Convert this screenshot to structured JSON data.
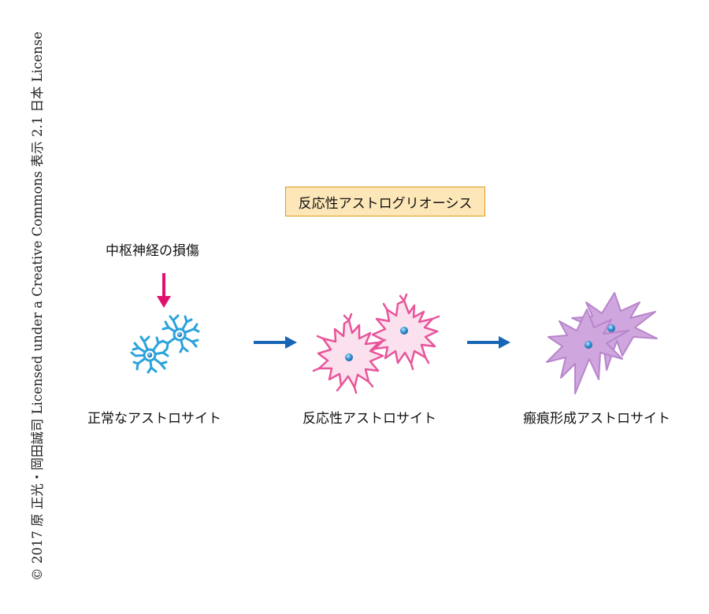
{
  "credit": "© 2017 原 正光・岡田誠司 Licensed under a Creative Commons 表示 2.1 日本 License",
  "title": "反応性アストログリオーシス",
  "injury_label": "中枢神経の損傷",
  "stages": {
    "normal": "正常なアストロサイト",
    "reactive": "反応性アストロサイト",
    "scar": "瘢痕形成アストロサイト"
  },
  "colors": {
    "injury_arrow": "#e0106e",
    "flow_arrow": "#1765b5",
    "normal_cell": "#2aa3dc",
    "reactive_cell": "#e8559a",
    "reactive_fill": "#fbe1ee",
    "scar_cell": "#b885cc",
    "scar_fill": "#cfa6de",
    "nucleus": "#2f8ed0",
    "title_bg": "#fde7b8",
    "title_border": "#e19a1e"
  }
}
